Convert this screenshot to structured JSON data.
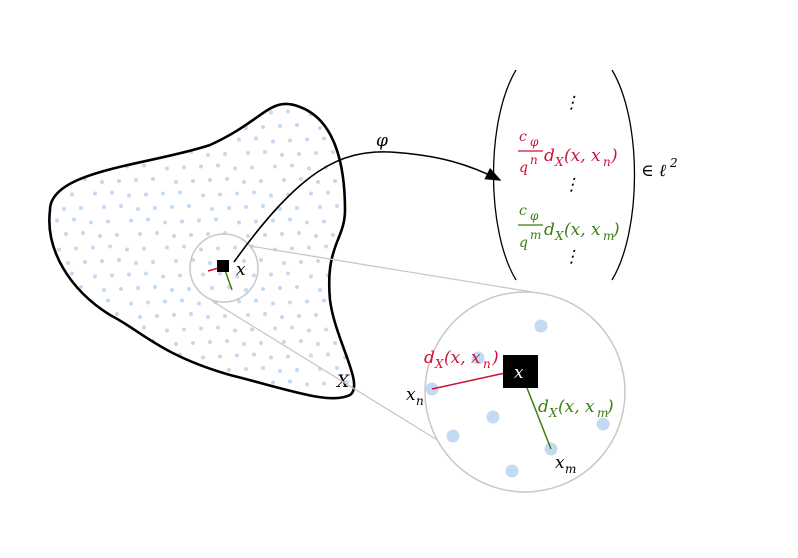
{
  "labels": {
    "space": "X",
    "point": "x",
    "map": "φ",
    "membership": "∈ ℓ",
    "membership_exp": "2",
    "zoom_point": "x",
    "xn": "x",
    "xn_sub": "n",
    "xm": "x",
    "xm_sub": "m",
    "red_dist": "d",
    "red_dist_sub": "X",
    "red_dist_args": "(x, x",
    "red_dist_args_sub": "n",
    "red_dist_close": ")",
    "green_dist": "d",
    "green_dist_sub": "X",
    "green_dist_args": "(x, x",
    "green_dist_args_sub": "m",
    "green_dist_close": ")"
  },
  "vector": {
    "dots": "⋮",
    "row_n": {
      "num": "c",
      "num_sub": "φ",
      "den": "q",
      "den_sup": "n",
      "d": "d",
      "d_sub": "X",
      "args": "(x, x",
      "args_sub": "n",
      "close": ")"
    },
    "row_m": {
      "num": "c",
      "num_sub": "φ",
      "den": "q",
      "den_sup": "m",
      "d": "d",
      "d_sub": "X",
      "args": "(x, x",
      "args_sub": "m",
      "close": ")"
    }
  },
  "colors": {
    "outline": "#000000",
    "dots": "#c4daf3",
    "zoom": "#c8c8c8",
    "red": "#d0103a",
    "green": "#3d7d10"
  }
}
